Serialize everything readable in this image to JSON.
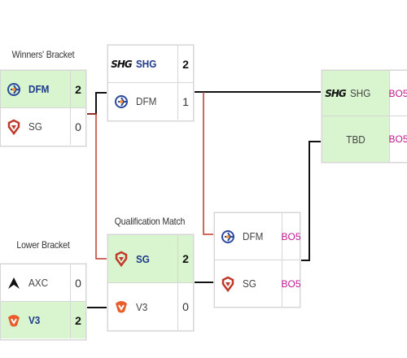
{
  "labels": {
    "winners": "Winners' Bracket",
    "lower": "Lower Bracket",
    "qualification": "Qualification Match"
  },
  "matches": {
    "winners_r1": {
      "top": {
        "team": "DFM",
        "logo": "dfm-logo",
        "score": "2",
        "winner": true
      },
      "bottom": {
        "team": "SG",
        "logo": "sg-logo",
        "score": "0",
        "winner": false
      }
    },
    "winners_r2": {
      "top": {
        "team": "SHG",
        "logo": "shg-logo",
        "score": "2",
        "winner": true
      },
      "bottom": {
        "team": "DFM",
        "logo": "dfm-logo",
        "score": "1",
        "winner": false
      }
    },
    "lower_r1": {
      "top": {
        "team": "AXC",
        "logo": "axc-logo",
        "score": "0",
        "winner": false
      },
      "bottom": {
        "team": "V3",
        "logo": "v3-logo",
        "score": "2",
        "winner": true
      }
    },
    "qualification": {
      "top": {
        "team": "SG",
        "logo": "sg-logo",
        "score": "2",
        "winner": true
      },
      "bottom": {
        "team": "V3",
        "logo": "v3-logo",
        "score": "0",
        "winner": false
      }
    },
    "semi": {
      "top": {
        "team": "DFM",
        "logo": "dfm-logo",
        "format": "BO5"
      },
      "bottom": {
        "team": "SG",
        "logo": "sg-logo",
        "format": "BO5"
      }
    },
    "final": {
      "top": {
        "team": "SHG",
        "logo": "shg-logo",
        "format": "BO5"
      },
      "bottom": {
        "team": "TBD",
        "format": "BO5"
      }
    }
  },
  "logo_marks": {
    "shg": "SHG"
  },
  "colors": {
    "winner_bg": "#d8f5cf",
    "bo_text": "#c2188f",
    "winner_name": "#1e3a8a",
    "connector": "#111111",
    "drop_connector": "#c0392b"
  }
}
